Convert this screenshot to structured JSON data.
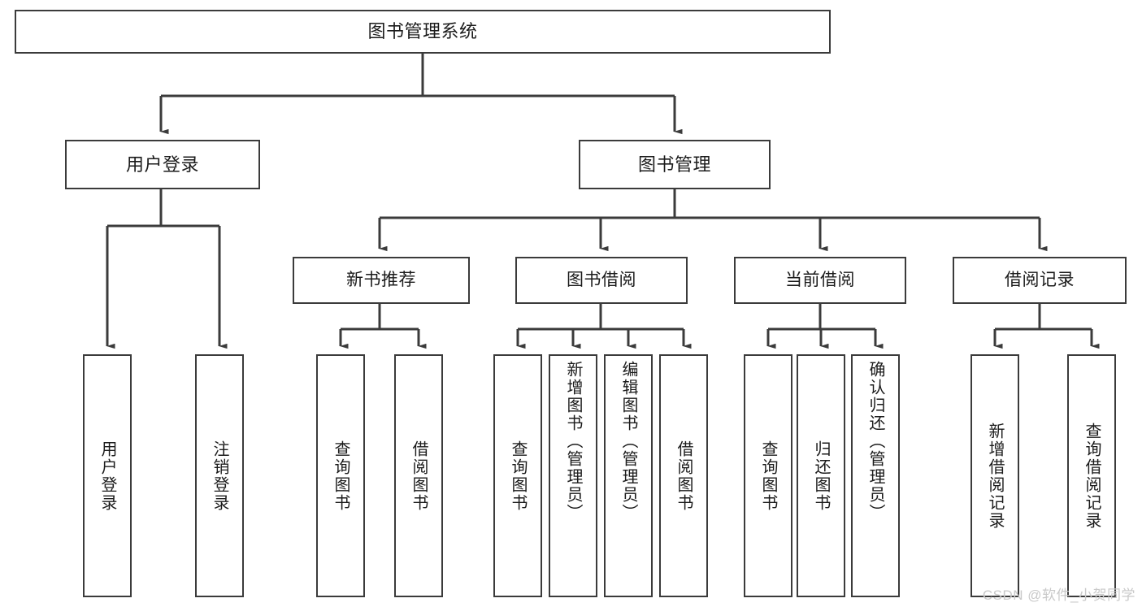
{
  "diagram": {
    "title": "图书管理系统",
    "type": "tree",
    "watermark": "CSDN @软件_小贺同学",
    "colors": {
      "stroke": "#3b3b3b",
      "fill": "#ffffff",
      "text": "#1b1b1b",
      "watermark": "#c9c9c9"
    },
    "nodes": {
      "root": {
        "label": "图书管理系统"
      },
      "level2": [
        {
          "id": "user-login",
          "label": "用户登录"
        },
        {
          "id": "book-manage",
          "label": "图书管理"
        }
      ],
      "level3": [
        {
          "id": "new-book-recommend",
          "label": "新书推荐"
        },
        {
          "id": "book-borrow",
          "label": "图书借阅"
        },
        {
          "id": "current-borrow",
          "label": "当前借阅"
        },
        {
          "id": "borrow-record",
          "label": "借阅记录"
        }
      ],
      "leaves": {
        "user_login": [
          {
            "id": "leaf-user-login",
            "label": "用户登录"
          },
          {
            "id": "leaf-logout-login",
            "label": "注销登录"
          }
        ],
        "new_book_recommend": [
          {
            "id": "leaf-query-book-1",
            "label": "查询图书"
          },
          {
            "id": "leaf-borrow-book-1",
            "label": "借阅图书"
          }
        ],
        "book_borrow": [
          {
            "id": "leaf-query-book-2",
            "label": "查询图书"
          },
          {
            "id": "leaf-add-book",
            "label": "新增图书（管理员）"
          },
          {
            "id": "leaf-edit-book",
            "label": "编辑图书（管理员）"
          },
          {
            "id": "leaf-borrow-book-2",
            "label": "借阅图书"
          }
        ],
        "current_borrow": [
          {
            "id": "leaf-query-book-3",
            "label": "查询图书"
          },
          {
            "id": "leaf-return-book",
            "label": "归还图书"
          },
          {
            "id": "leaf-confirm-return",
            "label": "确认归还（管理员）"
          }
        ],
        "borrow_record": [
          {
            "id": "leaf-add-record",
            "label": "新增借阅记录"
          },
          {
            "id": "leaf-query-record",
            "label": "查询借阅记录"
          }
        ]
      }
    }
  }
}
